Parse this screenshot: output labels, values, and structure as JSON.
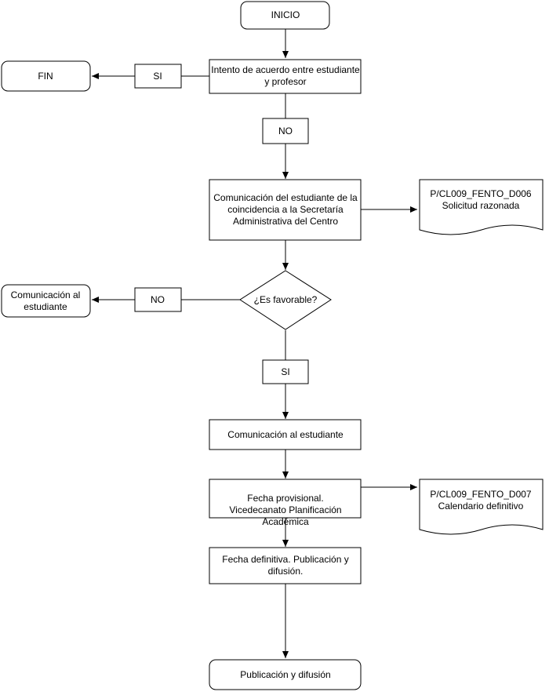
{
  "nodes": {
    "inicio": "INICIO",
    "acuerdo": [
      "Intento de acuerdo entre estudiante",
      "y profesor"
    ],
    "fin": "FIN",
    "si_1": "SI",
    "no_1": "NO",
    "comunicacion_secretaria": [
      "Comunicación del estudiante de la",
      "coincidencia a la Secretaría",
      "Administrativa del Centro"
    ],
    "doc_d006": [
      "P/CL009_FENTO_D006",
      "Solicitud razonada"
    ],
    "favorable": "¿Es favorable?",
    "no_2": "NO",
    "comunicacion_estudiante_no": [
      "Comunicación al",
      "estudiante"
    ],
    "si_2": "SI",
    "comunicacion_estudiante": "Comunicación al estudiante",
    "fecha_provisional": [
      "Fecha provisional.",
      "Vicedecanato Planificación",
      "Académica"
    ],
    "doc_d007": [
      "P/CL009_FENTO_D007",
      "Calendario definitivo"
    ],
    "fecha_definitiva": [
      "Fecha definitiva. Publicación y",
      "difusión."
    ],
    "publicacion": "Publicación y difusión"
  },
  "colors": {
    "stroke": "#000000",
    "fill": "#ffffff",
    "text": "#000000"
  }
}
